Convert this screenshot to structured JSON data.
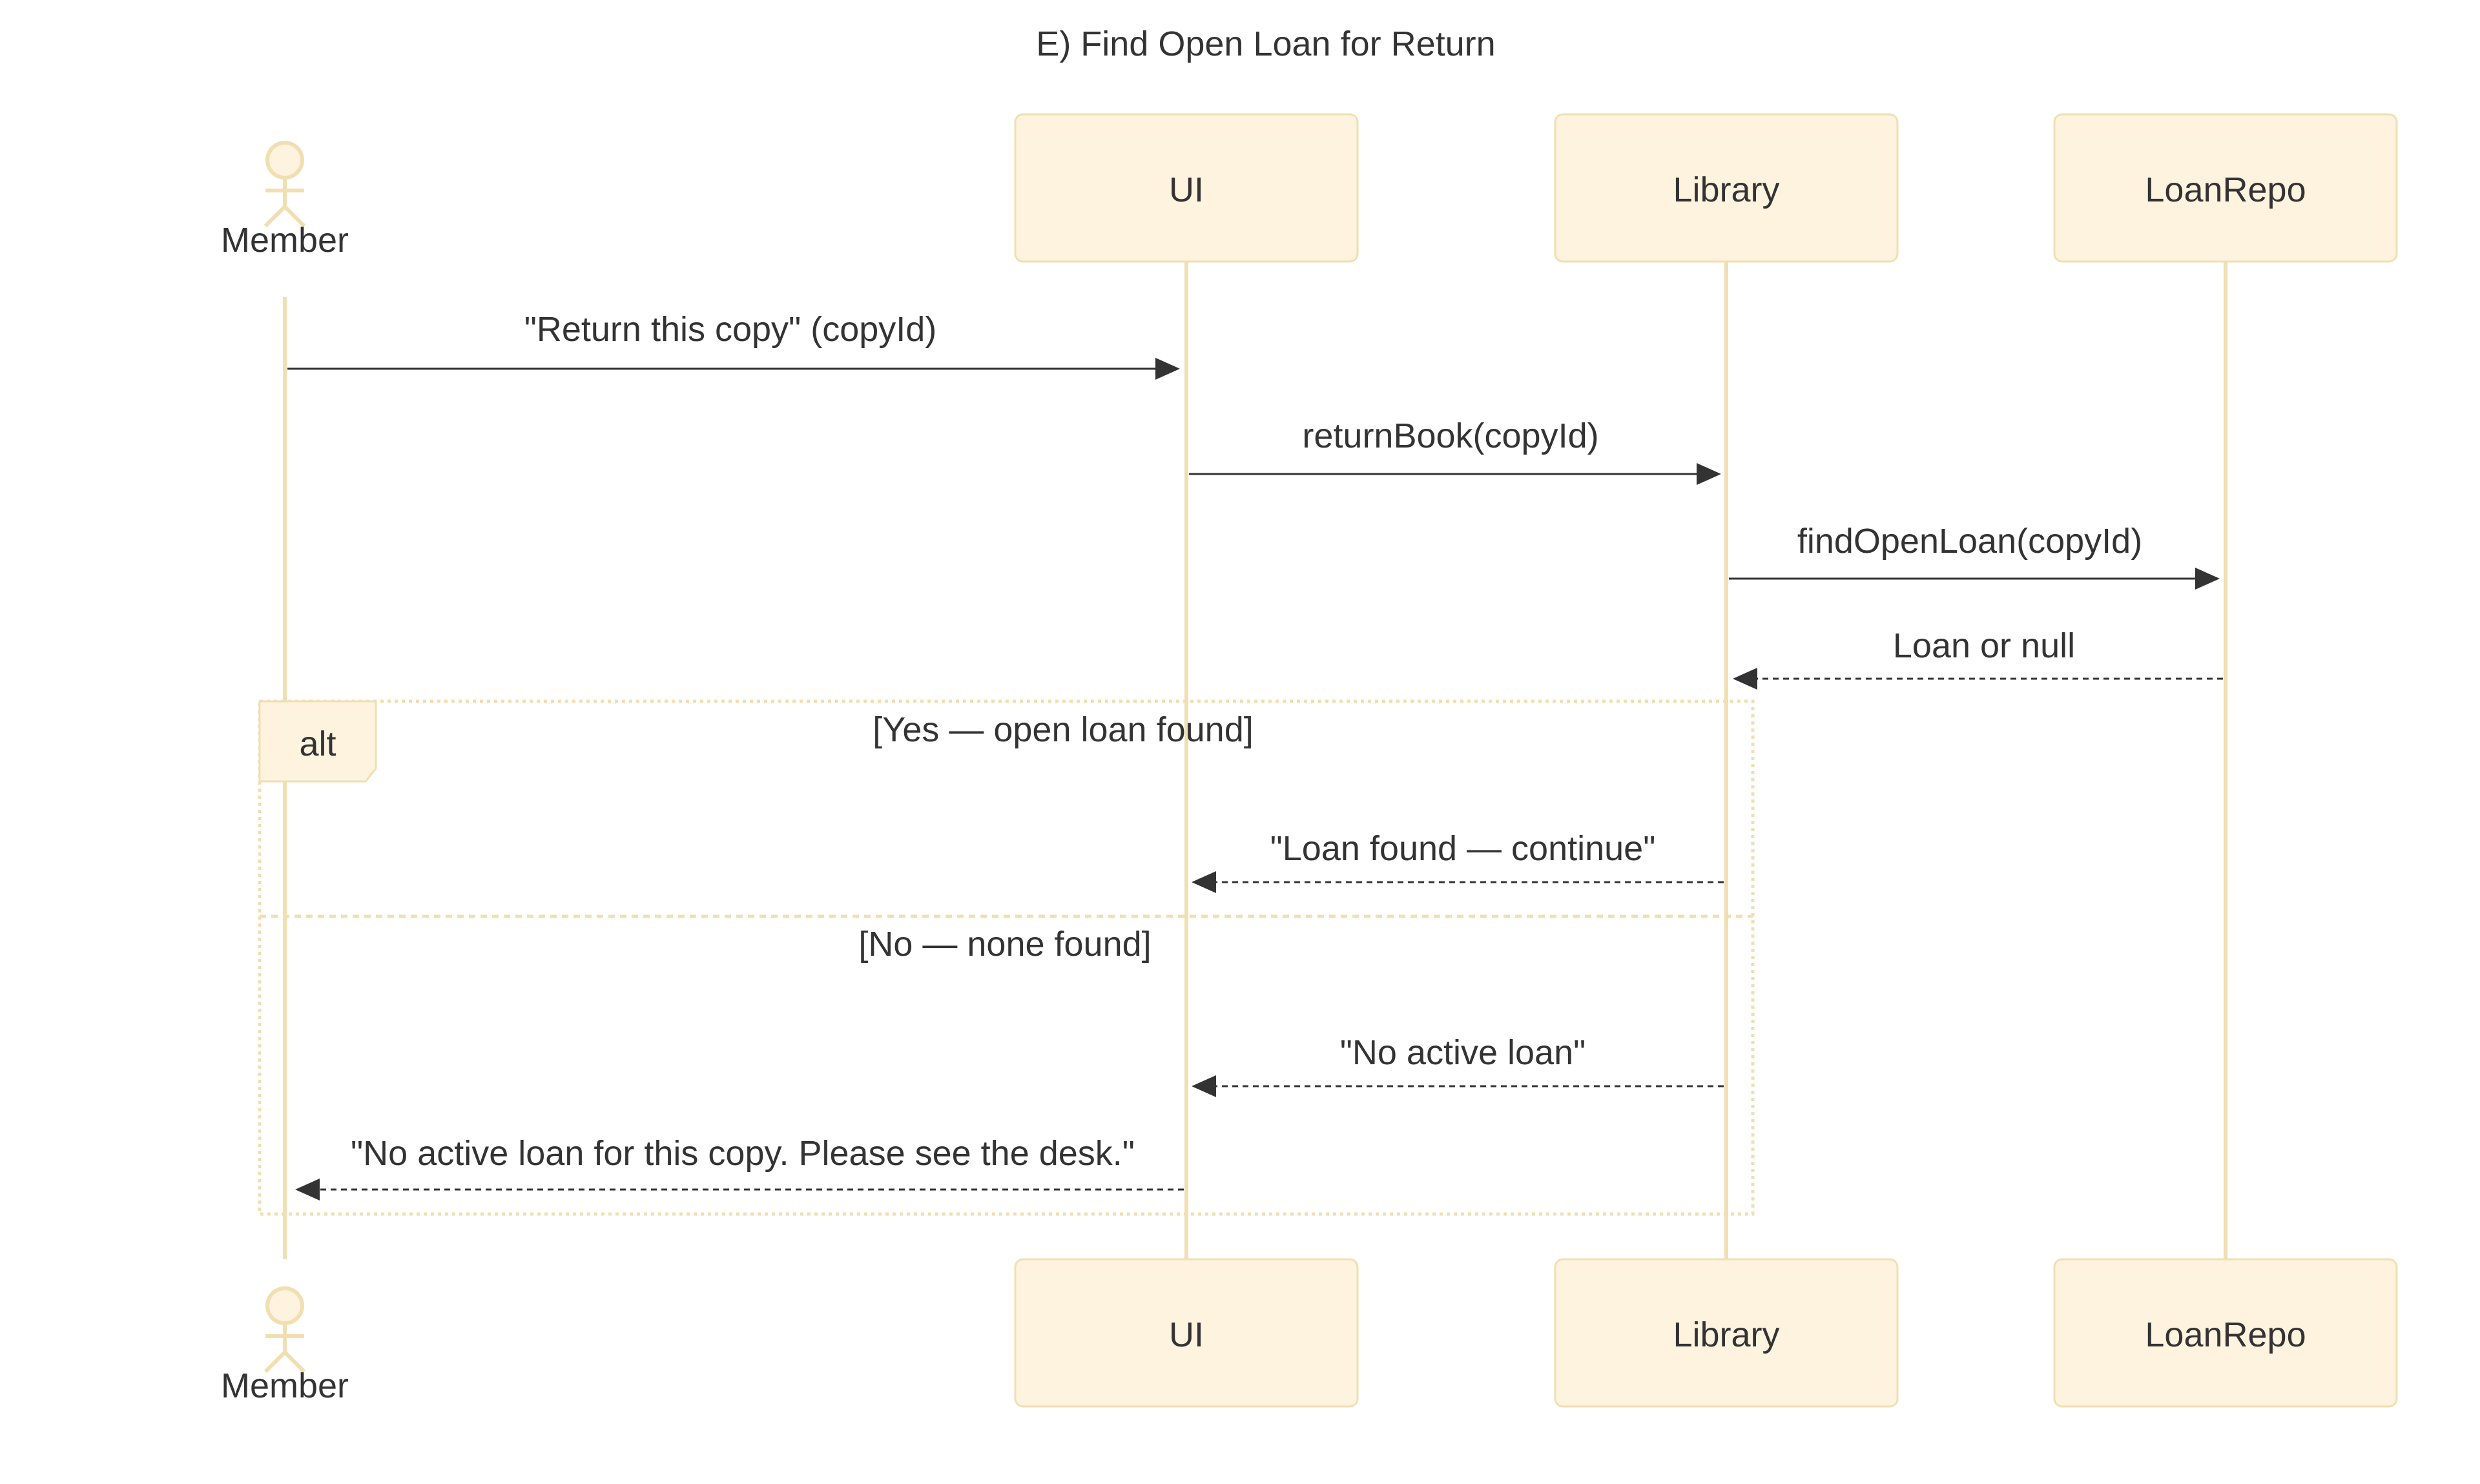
{
  "title": "E) Find Open Loan for Return",
  "participants": {
    "member": "Member",
    "ui": "UI",
    "library": "Library",
    "loanrepo": "LoanRepo"
  },
  "messages": [
    {
      "from": "member",
      "to": "ui",
      "label": "\"Return this copy\" (copyId)",
      "style": "solid"
    },
    {
      "from": "ui",
      "to": "library",
      "label": "returnBook(copyId)",
      "style": "solid"
    },
    {
      "from": "library",
      "to": "loanrepo",
      "label": "findOpenLoan(copyId)",
      "style": "solid"
    },
    {
      "from": "loanrepo",
      "to": "library",
      "label": "Loan or null",
      "style": "dashed"
    },
    {
      "from": "library",
      "to": "ui",
      "label": "\"Loan found — continue\"",
      "style": "dashed"
    },
    {
      "from": "library",
      "to": "ui",
      "label": "\"No active loan\"",
      "style": "dashed"
    },
    {
      "from": "ui",
      "to": "member",
      "label": "\"No active loan for this copy. Please see the desk.\"",
      "style": "dashed"
    }
  ],
  "alt_fragment": {
    "keyword": "alt",
    "guard_yes": "[Yes — open loan found]",
    "guard_no": "[No — none found]"
  },
  "colors": {
    "participant_fill": "#fdf3df",
    "participant_stroke": "#f1dfb2",
    "text": "#333333"
  }
}
